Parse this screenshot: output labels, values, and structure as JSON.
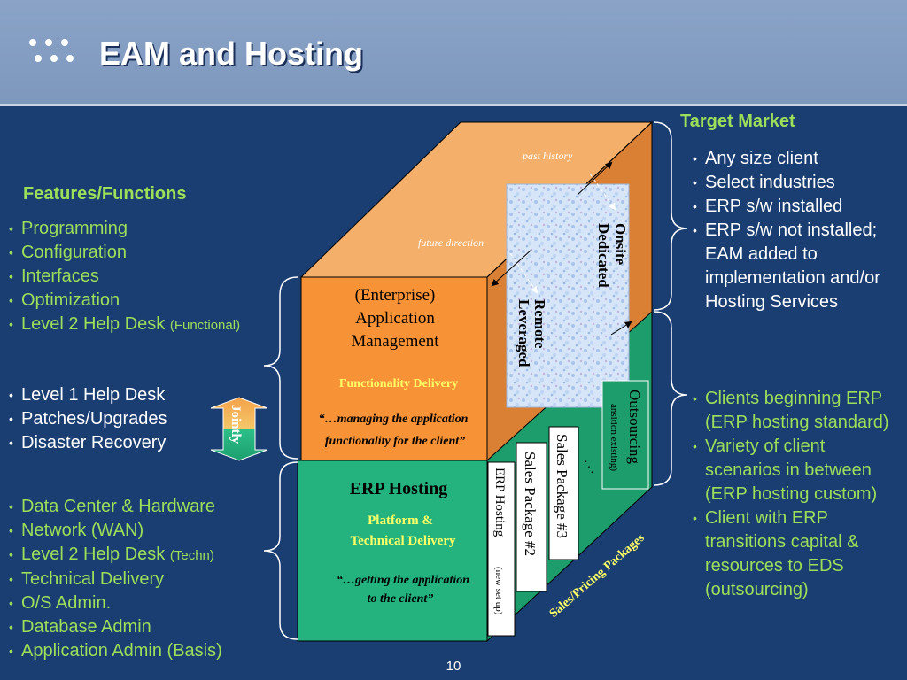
{
  "header": {
    "title": "EAM and Hosting"
  },
  "colors": {
    "background": "#1a3d72",
    "header": "#8aa3c7",
    "accent_green": "#9ce05a",
    "orange": "#f4b06a",
    "dark_orange": "#d98035",
    "teal": "#24b37f"
  },
  "left": {
    "features_title": "Features/Functions",
    "group1": [
      {
        "text": "Programming",
        "note": ""
      },
      {
        "text": "Configuration",
        "note": ""
      },
      {
        "text": "Interfaces",
        "note": ""
      },
      {
        "text": "Optimization",
        "note": ""
      },
      {
        "text": "Level 2 Help Desk ",
        "note": "(Functional)"
      }
    ],
    "group2": [
      {
        "text": "Level 1 Help Desk"
      },
      {
        "text": "Patches/Upgrades"
      },
      {
        "text": "Disaster Recovery"
      }
    ],
    "jointly": "Jointly",
    "group3": [
      {
        "text": "Data Center & Hardware",
        "note": ""
      },
      {
        "text": "Network (WAN)",
        "note": ""
      },
      {
        "text": "Level 2 Help Desk ",
        "note": "(Techn)"
      },
      {
        "text": "Technical Delivery",
        "note": ""
      },
      {
        "text": "O/S Admin.",
        "note": ""
      },
      {
        "text": "Database Admin",
        "note": ""
      },
      {
        "text": "Application Admin (Basis)",
        "note": ""
      }
    ]
  },
  "right": {
    "target_title": "Target Market",
    "group1": [
      "Any size client",
      "Select industries",
      "ERP s/w installed",
      "ERP s/w not installed; EAM added to implementation and/or Hosting Services"
    ],
    "group2": [
      "Clients beginning ERP (ERP hosting standard)",
      "Variety of client scenarios in between (ERP hosting custom)",
      "Client with ERP transitions capital & resources to EDS (outsourcing)"
    ]
  },
  "cube": {
    "past_history": "past history",
    "future_direction": "future direction",
    "onsite": "Onsite",
    "dedicated": "Dedicated",
    "remote": "Remote",
    "leveraged": "Leveraged",
    "eam_line1": "(Enterprise)",
    "eam_line2": "Application",
    "eam_line3": "Management",
    "functionality_delivery": "Functionality Delivery",
    "eam_quote1": "“…managing the application",
    "eam_quote2": "functionality for the client”",
    "erp_title": "ERP Hosting",
    "platform_line1": "Platform &",
    "platform_line2": "Technical Delivery",
    "erp_quote1": "“…getting the application",
    "erp_quote2": "to the client”",
    "outsourcing": "Outsourcing",
    "outsourcing_sub": "ansition existing)",
    "sales3": "Sales Package #3",
    "sales2": "Sales Package #2",
    "erp_hosting_vertical": "ERP Hosting",
    "new_setup": "(new set up)",
    "ellipsis": ". . .",
    "sales_pricing": "Sales/Pricing Packages"
  },
  "page_number": "10"
}
